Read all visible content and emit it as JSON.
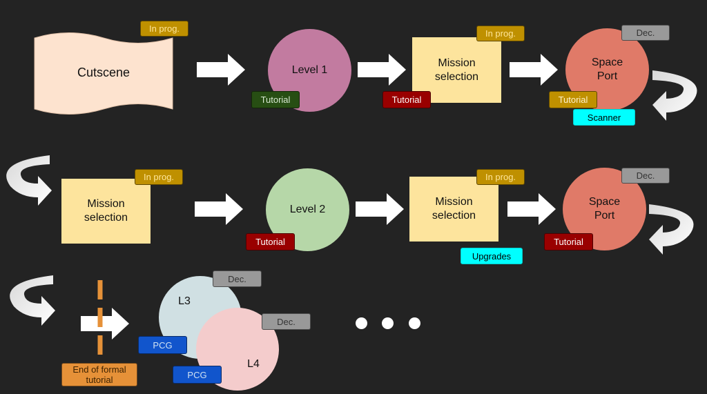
{
  "colors": {
    "background": "#232323",
    "arrow": "#ffffff",
    "cutscene": "#fde3cf",
    "mission": "#fde49d",
    "level1": "#c27ba0",
    "level2": "#b6d7a8",
    "spaceport": "#e07a68",
    "l3": "#d0e0e3",
    "l4": "#f4cccc",
    "in_progress": "#bf9000",
    "in_progress_text": "#ffe699",
    "dec": "#999999",
    "dec_text": "#333333",
    "tutorial_red": "#990000",
    "tutorial_green": "#274e13",
    "tutorial_gold": "#bf9000",
    "cyan": "#00ffff",
    "pcg": "#1155cc",
    "end_tutorial": "#e69138",
    "end_line": "#e69138"
  },
  "nodes": {
    "cutscene": "Cutscene",
    "level1": "Level 1",
    "mission1": "Mission\nselection",
    "spaceport1": "Space\nPort",
    "mission2": "Mission\nselection",
    "level2": "Level 2",
    "mission3": "Mission\nselection",
    "spaceport2": "Space\nPort",
    "l3": "L3",
    "l4": "L4"
  },
  "badges": {
    "in_prog": "In prog.",
    "dec": "Dec.",
    "tutorial": "Tutorial",
    "scanner": "Scanner",
    "upgrades": "Upgrades",
    "pcg": "PCG",
    "end_of_tutorial": "End of formal\ntutorial"
  }
}
